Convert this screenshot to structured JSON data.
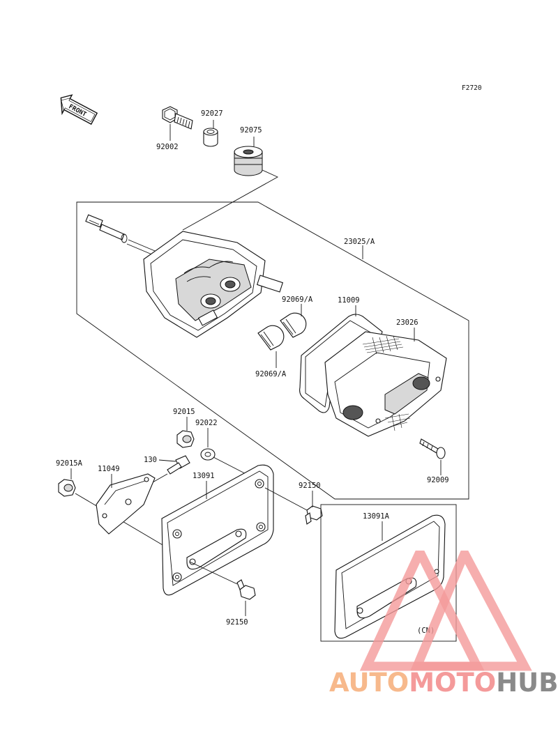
{
  "figure_code": "F2720",
  "front_label": "FRONT",
  "region_note": "(CN)",
  "colors": {
    "line": "#111111",
    "watermark_orange": "#f7b98c",
    "watermark_red": "#f49a9a",
    "watermark_gray": "#8a8a8a"
  },
  "labels": {
    "p92002": "92002",
    "p92027": "92027",
    "p92075": "92075",
    "p23025A": "23025/A",
    "p92069A_top": "92069/A",
    "p11009": "11009",
    "p23026": "23026",
    "p92069A_bottom": "92069/A",
    "p92009": "92009",
    "p92015": "92015",
    "p92022": "92022",
    "p92015A": "92015A",
    "p11049": "11049",
    "p130": "130",
    "p13091": "13091",
    "p92150_right": "92150",
    "p13091A": "13091A",
    "p92150_bottom": "92150"
  },
  "watermark": {
    "part1": "AUTO",
    "part2": "MOTO",
    "part3": "HUB"
  }
}
